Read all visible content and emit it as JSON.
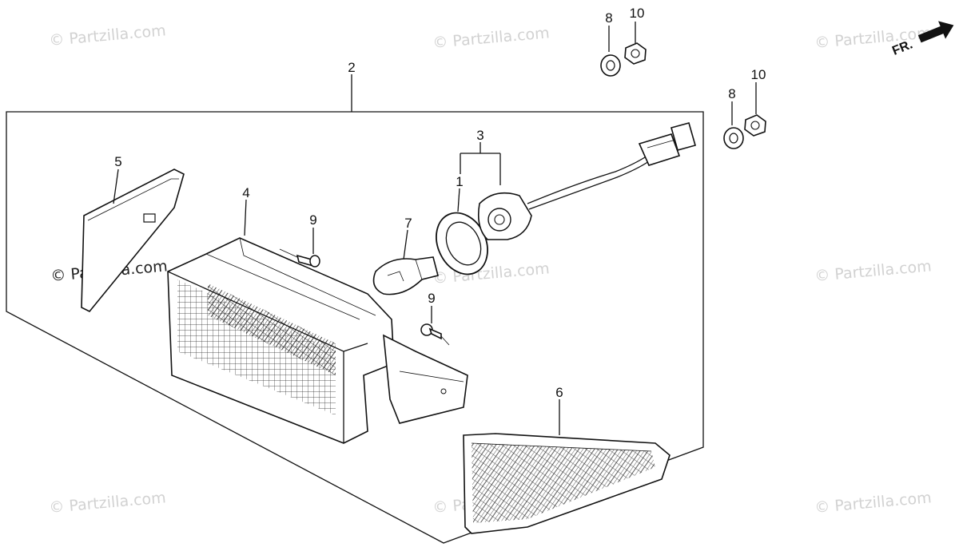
{
  "watermark_text": "© Partzilla.com",
  "orientation": {
    "label": "FR."
  },
  "callouts": {
    "c1": "1",
    "c2": "2",
    "c3": "3",
    "c4": "4",
    "c5": "5",
    "c6": "6",
    "c7": "7",
    "c8a": "8",
    "c8b": "8",
    "c9a": "9",
    "c9b": "9",
    "c10a": "10",
    "c10b": "10"
  },
  "colors": {
    "line": "#111111",
    "watermark": "#d2d2d2",
    "background": "#ffffff"
  }
}
